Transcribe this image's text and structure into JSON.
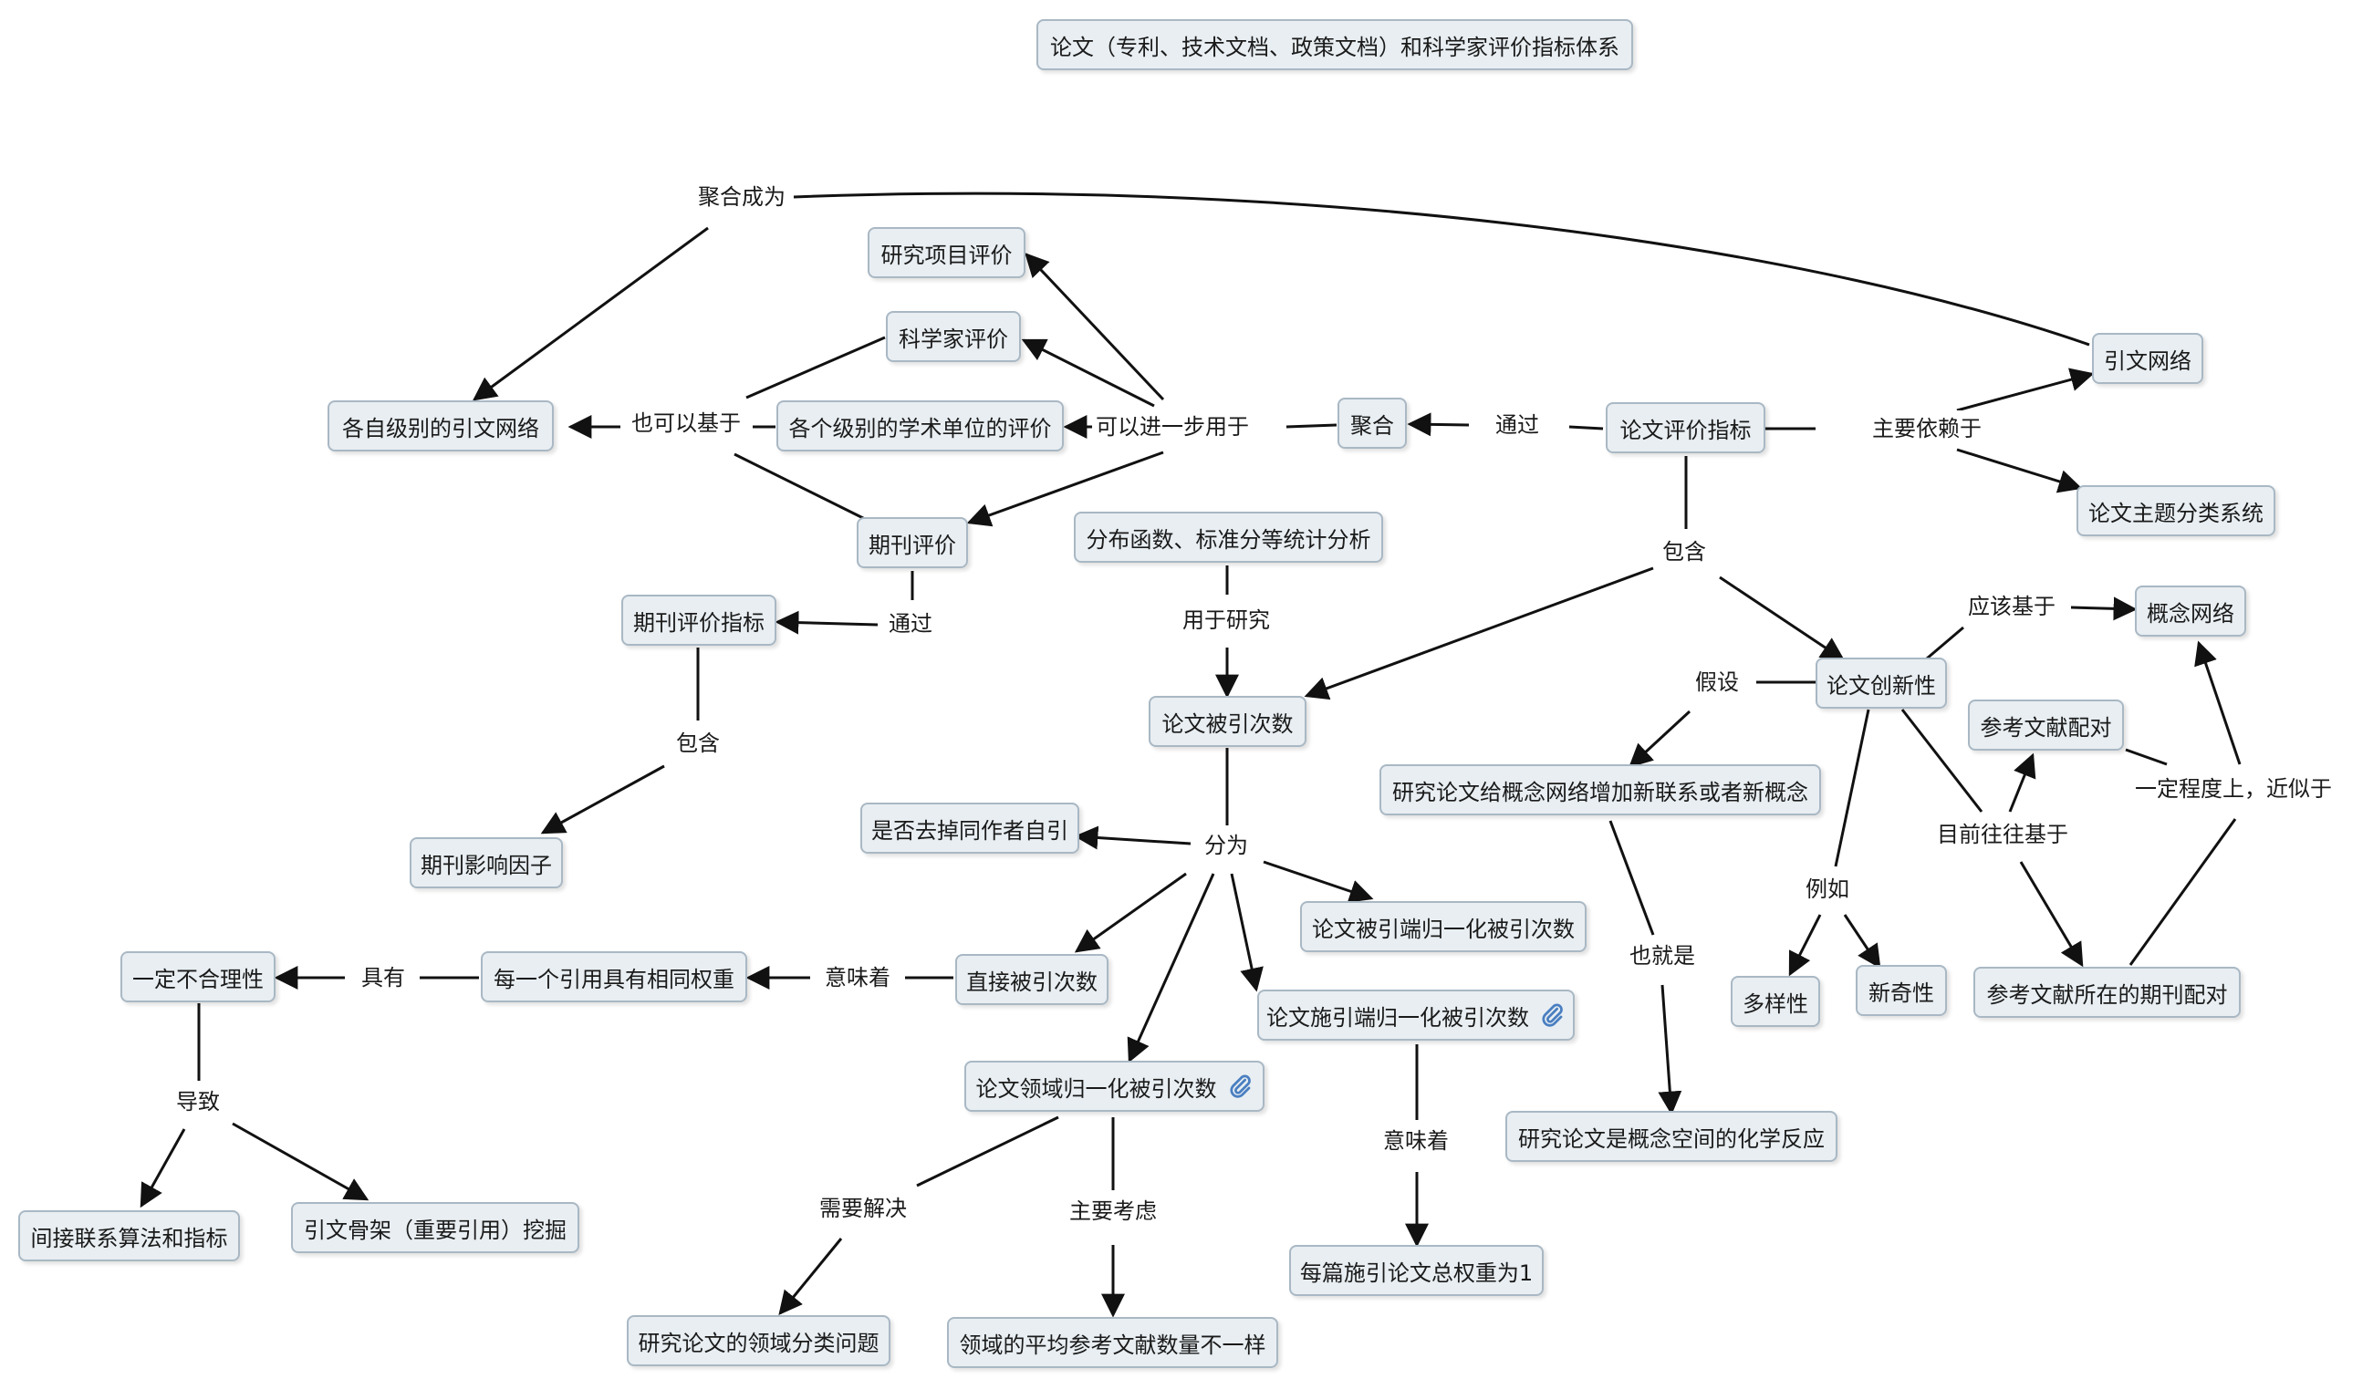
{
  "title": "论文（专利、技术文档、政策文档）和科学家评价指标体系",
  "nodes": {
    "paper_eval_index": "论文评价指标",
    "citation_network": "引文网络",
    "topic_classification": "论文主题分类系统",
    "aggregate": "聚合",
    "project_eval": "研究项目评价",
    "scientist_eval": "科学家评价",
    "unit_eval": "各个级别的学术单位的评价",
    "journal_eval": "期刊评价",
    "level_citation_networks": "各自级别的引文网络",
    "journal_eval_index": "期刊评价指标",
    "impact_factor": "期刊影响因子",
    "stat_analysis": "分布函数、标准分等统计分析",
    "citation_count": "论文被引次数",
    "self_citation": "是否去掉同作者自引",
    "cited_norm": "论文被引端归一化被引次数",
    "direct_count": "直接被引次数",
    "citing_norm": "论文施引端归一化被引次数",
    "field_norm": "论文领域归一化被引次数",
    "equal_weight": "每一个引用具有相同权重",
    "unreasonable": "一定不合理性",
    "indirect_algo": "间接联系算法和指标",
    "backbone": "引文骨架（重要引用）挖掘",
    "field_classification": "研究论文的领域分类问题",
    "avg_refs": "领域的平均参考文献数量不一样",
    "total_weight": "每篇施引论文总权重为1",
    "innovation": "论文创新性",
    "concept_network": "概念网络",
    "ref_pairs": "参考文献配对",
    "new_links": "研究论文给概念网络增加新联系或者新概念",
    "diversity": "多样性",
    "novelty": "新奇性",
    "journal_pairs": "参考文献所在的期刊配对",
    "chem_reaction": "研究论文是概念空间的化学反应"
  },
  "labels": {
    "aggregate_into": "聚合成为",
    "mainly_based_on": "主要依赖于",
    "via_1": "通过",
    "further_used_for": "可以进一步用于",
    "also_based_on": "也可以基于",
    "via_2": "通过",
    "contains_1": "包含",
    "contains_2": "包含",
    "used_to_study": "用于研究",
    "divided_into": "分为",
    "means_1": "意味着",
    "has": "具有",
    "leads_to": "导致",
    "needs_solving": "需要解决",
    "mainly_considers": "主要考虑",
    "means_2": "意味着",
    "should_be_based_on": "应该基于",
    "assume": "假设",
    "currently_based_on": "目前往往基于",
    "approximately": "一定程度上，近似于",
    "for_example": "例如",
    "that_is": "也就是"
  },
  "colors": {
    "node_fill": "#e8eef2",
    "node_border": "#a9b8c4",
    "edge": "#111111",
    "clip_icon": "#4a7fc1"
  }
}
